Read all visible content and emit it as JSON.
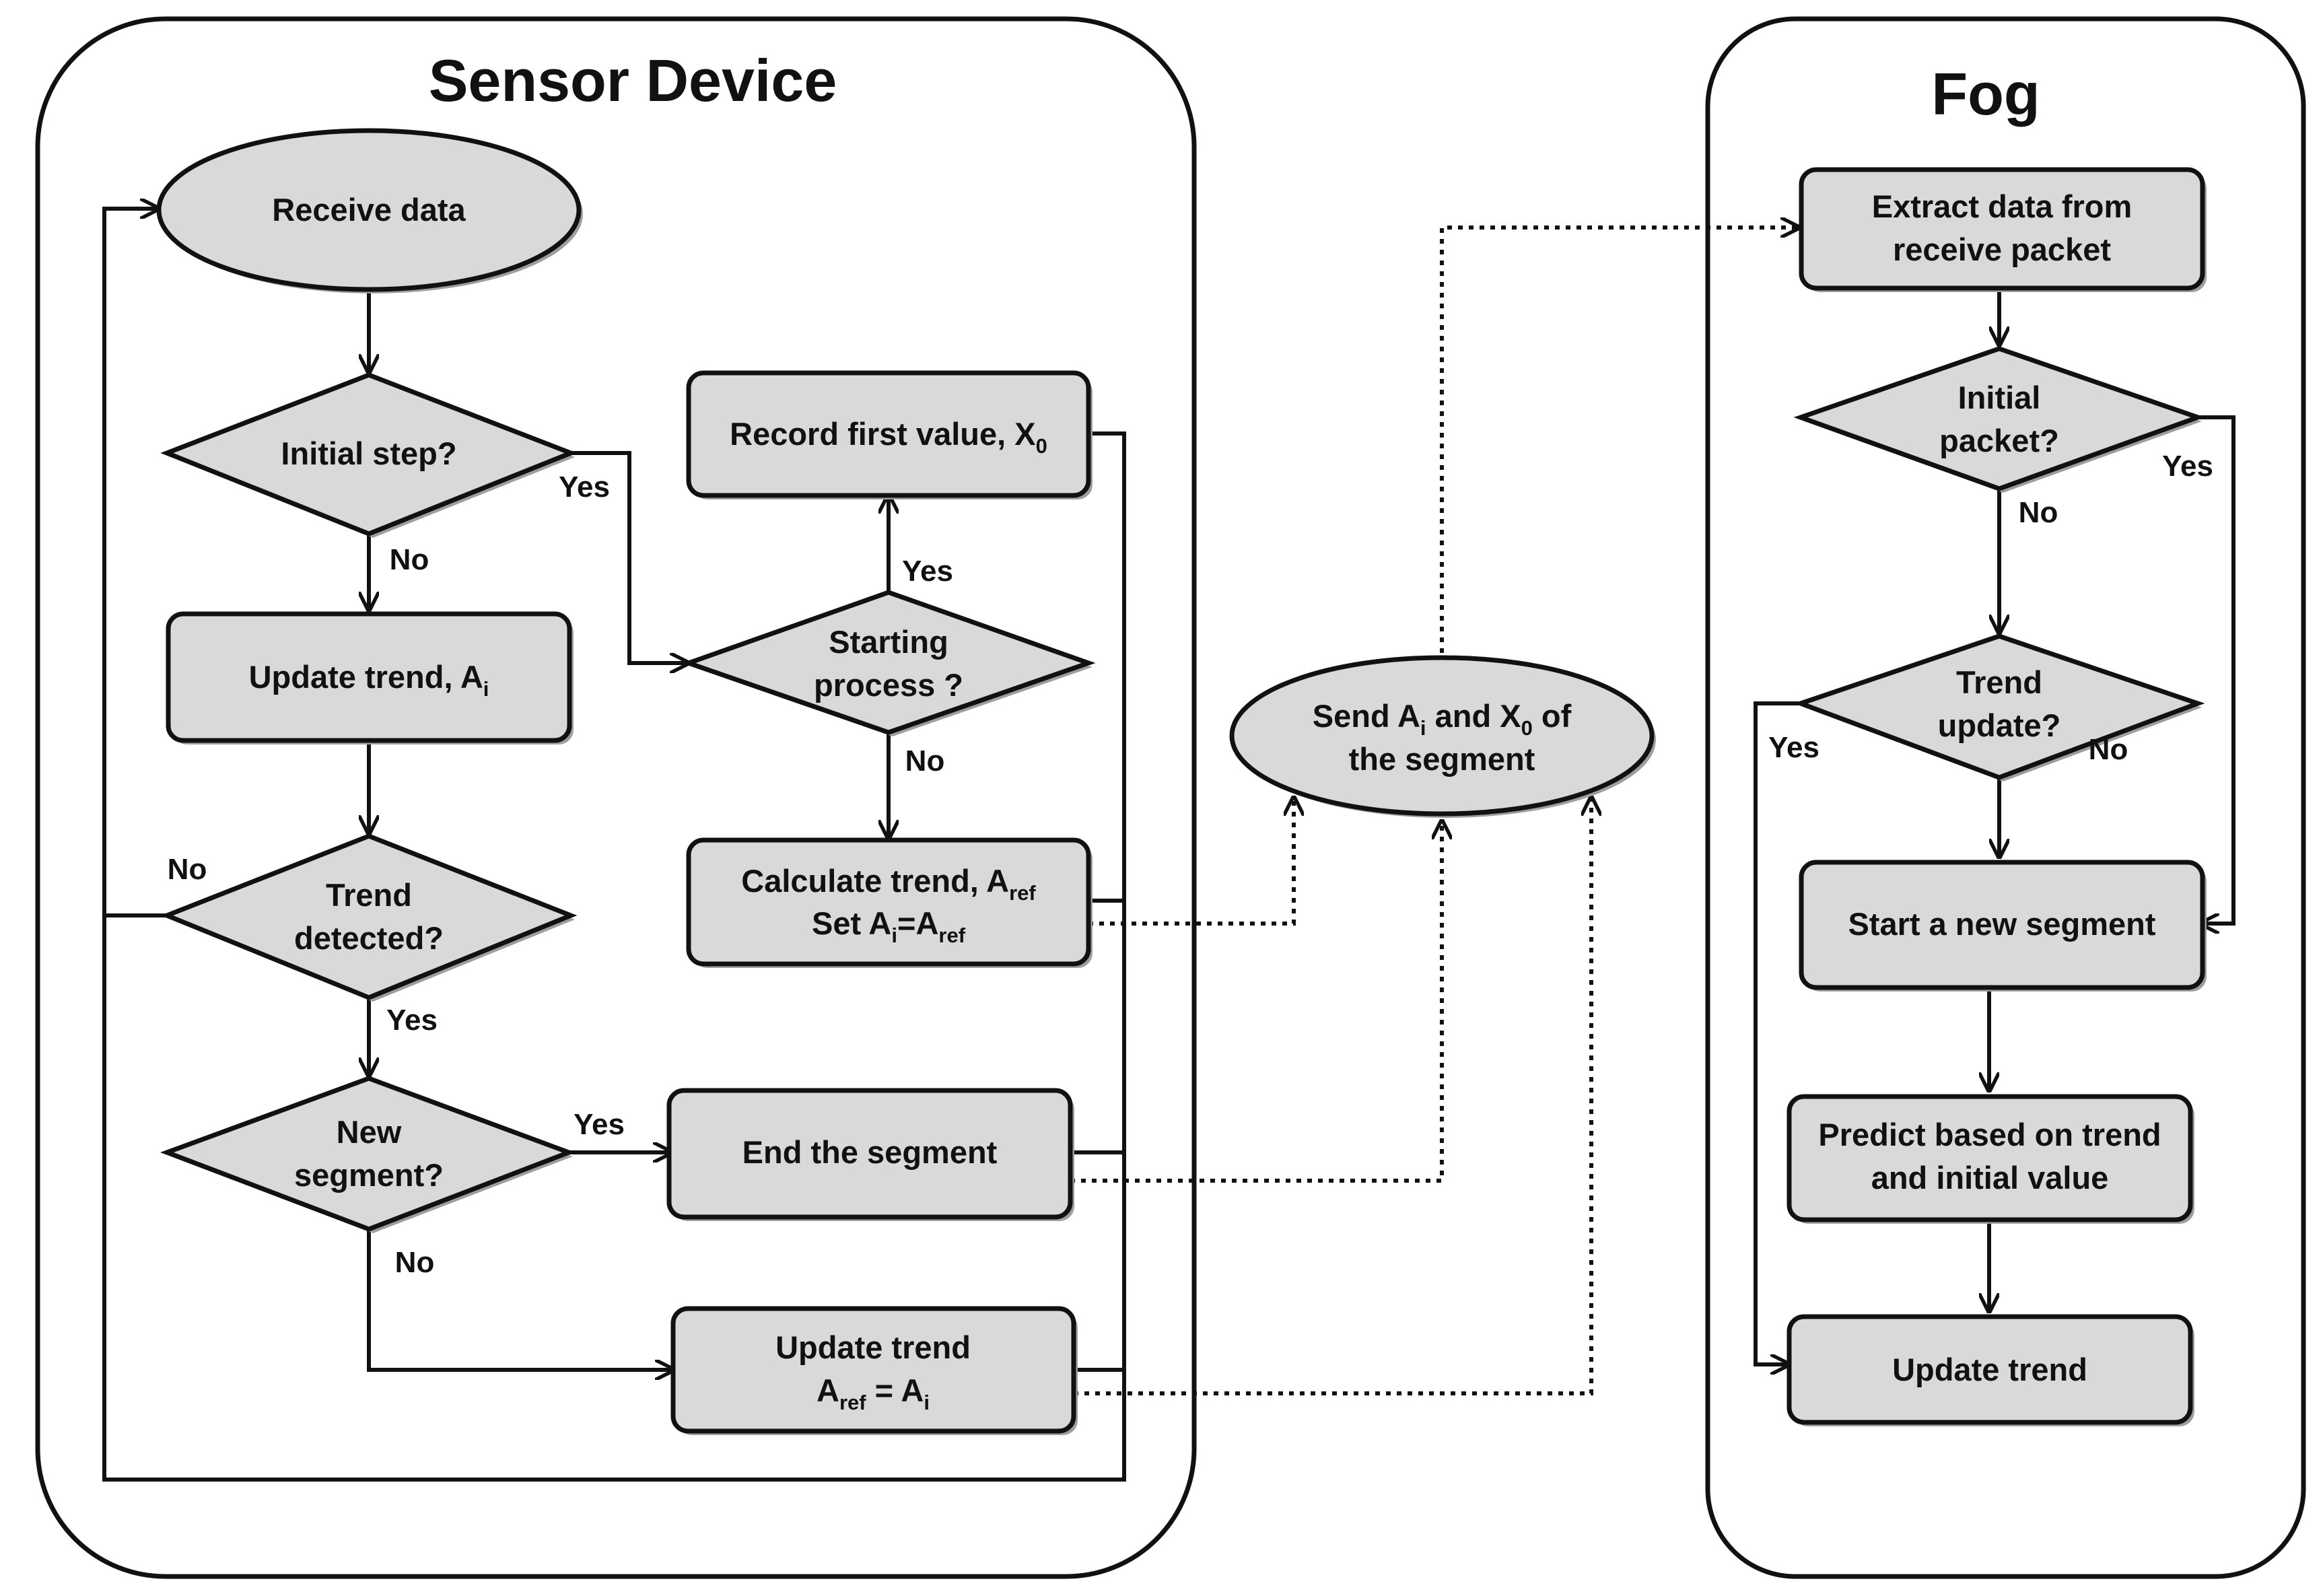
{
  "sensor_device": {
    "title": "Sensor Device",
    "receive_data": "Receive data",
    "initial_step": "Initial step?",
    "update_trend_ai": "Update trend, A",
    "update_trend_ai_sub": "i",
    "trend_detected": [
      "Trend",
      "detected?"
    ],
    "new_segment": [
      "New",
      "segment?"
    ],
    "record_first_value": "Record first value, X",
    "record_first_value_sub": "0",
    "starting_process": [
      "Starting",
      "process ?"
    ],
    "calculate_trend": {
      "line1": "Calculate trend, A",
      "line1_sub": "ref",
      "line2_a": "Set A",
      "line2_a_sub": "i",
      "line2_b": "=A",
      "line2_b_sub": "ref"
    },
    "end_segment": "End the segment",
    "update_trend_ref": {
      "line1": "Update trend",
      "line2_a": "A",
      "line2_a_sub": "ref",
      "line2_b": " = A",
      "line2_b_sub": "i"
    }
  },
  "send": {
    "line1_a": "Send A",
    "line1_a_sub": "i",
    "line1_b": " and X",
    "line1_b_sub": "0",
    "line1_c": " of",
    "line2": "the segment"
  },
  "fog": {
    "title": "Fog",
    "extract_data": [
      "Extract data from",
      "receive packet"
    ],
    "initial_packet": [
      "Initial",
      "packet?"
    ],
    "trend_update": [
      "Trend",
      "update?"
    ],
    "start_segment": "Start a new segment",
    "predict": [
      "Predict based on trend",
      "and initial value"
    ],
    "update_trend": "Update trend"
  },
  "edge_labels": {
    "initial_step_yes": "Yes",
    "initial_step_no": "No",
    "starting_yes": "Yes",
    "starting_no": "No",
    "trend_detected_no": "No",
    "trend_detected_yes": "Yes",
    "new_segment_yes": "Yes",
    "new_segment_no": "No",
    "initial_packet_yes": "Yes",
    "initial_packet_no": "No",
    "trend_update_yes": "Yes",
    "trend_update_no": "No"
  }
}
